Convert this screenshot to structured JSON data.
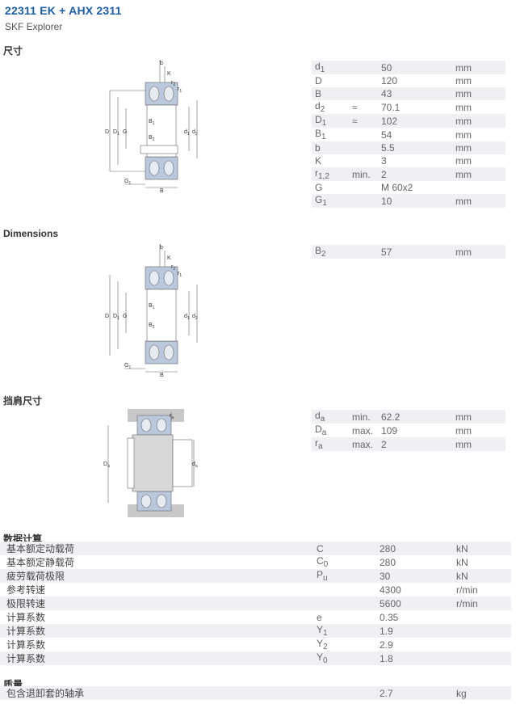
{
  "header": {
    "title": "22311 EK + AHX 2311",
    "subtitle": "SKF Explorer"
  },
  "sections": {
    "dimensions_cn": "尺寸",
    "dimensions_en": "Dimensions",
    "abutment": "挡肩尺寸",
    "calc": "数据计算",
    "mass": "质量"
  },
  "figure_labels": {
    "d": "d",
    "D": "D",
    "D1": "D",
    "B": "B",
    "b": "b",
    "K": "K",
    "B1": "B",
    "B2": "B",
    "G": "G",
    "G1": "G",
    "d1": "d",
    "d2": "d",
    "r1": "r",
    "r2": "r",
    "da": "d",
    "Da": "D",
    "ra": "r",
    "sub1": "1",
    "sub2": "2",
    "suba": "a"
  },
  "dimensions": [
    {
      "sym": "d",
      "sub": "1",
      "qual": "",
      "val": "50",
      "unit": "mm"
    },
    {
      "sym": "D",
      "sub": "",
      "qual": "",
      "val": "120",
      "unit": "mm"
    },
    {
      "sym": "B",
      "sub": "",
      "qual": "",
      "val": "43",
      "unit": "mm"
    },
    {
      "sym": "d",
      "sub": "2",
      "qual": "≈",
      "val": "70.1",
      "unit": "mm"
    },
    {
      "sym": "D",
      "sub": "1",
      "qual": "≈",
      "val": "102",
      "unit": "mm"
    },
    {
      "sym": "B",
      "sub": "1",
      "qual": "",
      "val": "54",
      "unit": "mm"
    },
    {
      "sym": "b",
      "sub": "",
      "qual": "",
      "val": "5.5",
      "unit": "mm"
    },
    {
      "sym": "K",
      "sub": "",
      "qual": "",
      "val": "3",
      "unit": "mm"
    },
    {
      "sym": "r",
      "sub": "1,2",
      "qual": "min.",
      "val": "2",
      "unit": "mm"
    },
    {
      "sym": "G",
      "sub": "",
      "qual": "",
      "val": "M 60x2",
      "unit": ""
    },
    {
      "sym": "G",
      "sub": "1",
      "qual": "",
      "val": "10",
      "unit": "mm"
    }
  ],
  "dimensions2": [
    {
      "sym": "B",
      "sub": "2",
      "qual": "",
      "val": "57",
      "unit": "mm"
    }
  ],
  "abutment_dims": [
    {
      "sym": "d",
      "sub": "a",
      "qual": "min.",
      "val": "62.2",
      "unit": "mm"
    },
    {
      "sym": "D",
      "sub": "a",
      "qual": "max.",
      "val": "109",
      "unit": "mm"
    },
    {
      "sym": "r",
      "sub": "a",
      "qual": "max.",
      "val": "2",
      "unit": "mm"
    }
  ],
  "calc_rows": [
    {
      "label": "基本额定动载荷",
      "sym": "C",
      "sub": "",
      "val": "280",
      "unit": "kN"
    },
    {
      "label": "基本额定静载荷",
      "sym": "C",
      "sub": "0",
      "val": "280",
      "unit": "kN"
    },
    {
      "label": "疲劳载荷极限",
      "sym": "P",
      "sub": "u",
      "val": "30",
      "unit": "kN"
    },
    {
      "label": "参考转速",
      "sym": "",
      "sub": "",
      "val": "4300",
      "unit": "r/min"
    },
    {
      "label": "极限转速",
      "sym": "",
      "sub": "",
      "val": "5600",
      "unit": "r/min"
    },
    {
      "label": "计算系数",
      "sym": "e",
      "sub": "",
      "val": "0.35",
      "unit": ""
    },
    {
      "label": "计算系数",
      "sym": "Y",
      "sub": "1",
      "val": "1.9",
      "unit": ""
    },
    {
      "label": "计算系数",
      "sym": "Y",
      "sub": "2",
      "val": "2.9",
      "unit": ""
    },
    {
      "label": "计算系数",
      "sym": "Y",
      "sub": "0",
      "val": "1.8",
      "unit": ""
    }
  ],
  "mass_rows": [
    {
      "label": "包含退卸套的轴承",
      "sym": "",
      "sub": "",
      "val": "2.7",
      "unit": "kg"
    }
  ],
  "colors": {
    "title": "#1a5da8",
    "row_shade": "#eef0f3",
    "bearing_fill": "#b9c8dc",
    "housing_fill": "#c8c8c8"
  }
}
